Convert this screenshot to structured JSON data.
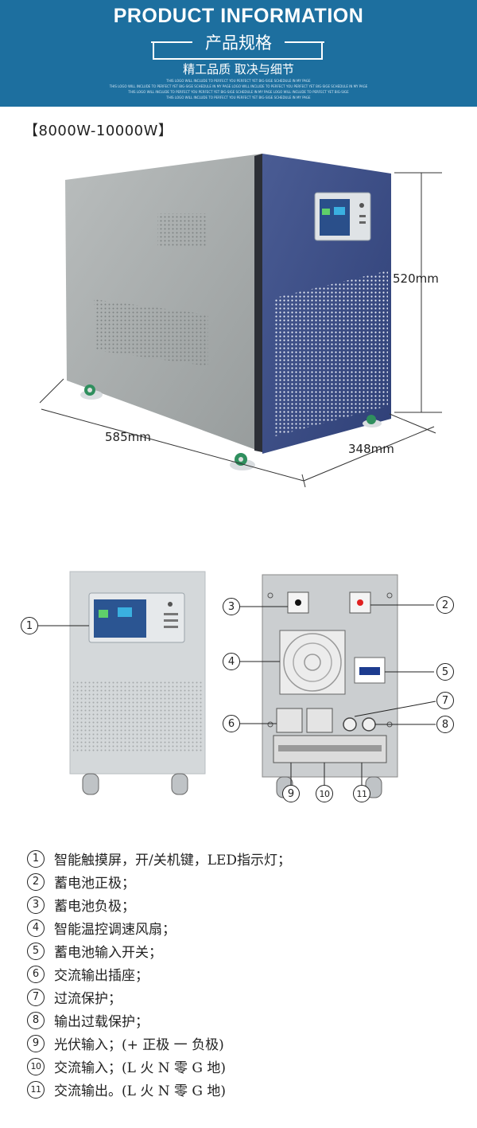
{
  "header": {
    "title": "PRODUCT INFORMATION",
    "subtitle": "产品规格",
    "slogan": "精工品质 取决与细节",
    "fine_print": [
      "THIS LOGO WILL INCLUDE TO PERFECT YOU PERFECT YET BIG-SIGE SCHEDULE IN MY PAGE",
      "THIS LOGO WILL INCLUDE TO PERFECT YET BIG-SIGE SCHEDULE IN MY PAGE LOGO WILL INCLUDE TO PERFECT YOU PERFECT YET BIG-SIGE SCHEDULE IN MY PAGE",
      "THIS LOGO WILL INCLUDE TO PERFECT YOU PERFECT YET BIG-SIGE SCHEDULE IN MY PAGE LOGO WILL INCLUDE TO PERFECT YET BIG-SIGE",
      "THIS LOGO WILL INCLUDE TO PERFECT YOU PERFECT YET BIG-SIGE SCHEDULE IN MY PAGE"
    ]
  },
  "model": "【8000W-10000W】",
  "dimensions": {
    "height": "520mm",
    "width": "585mm",
    "depth": "348mm"
  },
  "callouts": [
    "①",
    "②",
    "③",
    "④",
    "⑤",
    "⑥",
    "⑦",
    "⑧",
    "⑨",
    "⑩",
    "⑪"
  ],
  "callout_digits": [
    "1",
    "2",
    "3",
    "4",
    "5",
    "6",
    "7",
    "8",
    "9",
    "10",
    "11"
  ],
  "legend": [
    "智能触摸屏，开/关机键，LED指示灯；",
    "蓄电池正极；",
    "蓄电池负极；",
    "智能温控调速风扇；",
    "蓄电池输入开关；",
    "交流输出插座；",
    "过流保护；",
    "输出过载保护；",
    "光伏输入；(+ 正极 一 负极)",
    "交流输入；(L 火 N 零 G 地)",
    "交流输出。(L 火 N 零 G 地)"
  ],
  "colors": {
    "header_bg": "#1d6f9f",
    "cabinet_front": "#3a4d86",
    "cabinet_side": "#a9aeae",
    "indicator_red": "#e02020"
  }
}
